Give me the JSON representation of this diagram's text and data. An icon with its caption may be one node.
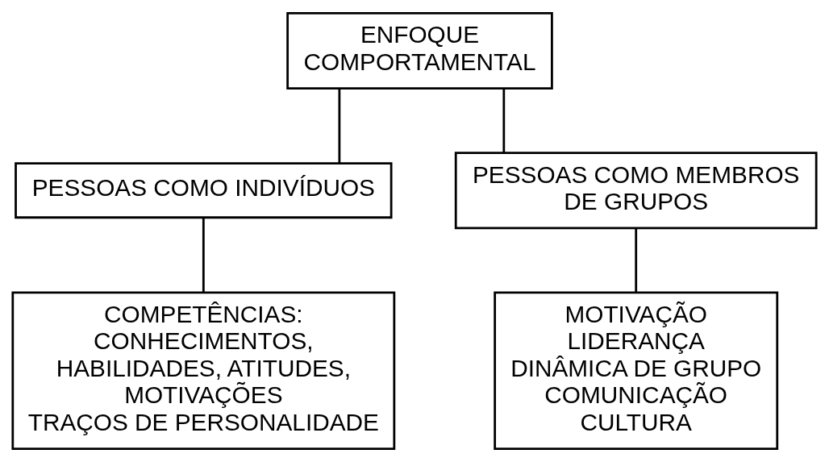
{
  "diagram": {
    "nodes": [
      {
        "text": [
          "ENFOQUE COMPORTAMENTAL"
        ]
      },
      {
        "text": [
          "PESSOAS COMO INDIVÍDUOS"
        ]
      },
      {
        "text": [
          "PESSOAS COMO MEMBROS DE GRUPOS"
        ]
      },
      {
        "text": [
          "COMPETÊNCIAS:",
          "CONHECIMENTOS, HABILIDADES, ATITUDES, MOTIVAÇÕES",
          "TRAÇOS DE PERSONALIDADE"
        ]
      },
      {
        "text": [
          "MOTIVAÇÃO",
          "LIDERANÇA",
          "DINÂMICA DE GRUPO",
          "COMUNICAÇÃO",
          "CULTURA"
        ]
      }
    ],
    "edges": [
      {
        "from": 0,
        "to": 1,
        "arrow": "none"
      },
      {
        "from": 0,
        "to": 2,
        "arrow": "none"
      },
      {
        "from": 1,
        "to": 3,
        "arrow": "none"
      },
      {
        "from": 2,
        "to": 4,
        "arrow": "none"
      }
    ]
  }
}
